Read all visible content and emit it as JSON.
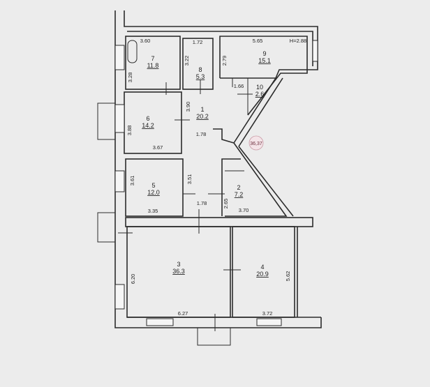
{
  "plan": {
    "height_label": "H=2.88",
    "stamp": "36,37",
    "rooms": [
      {
        "number": "1",
        "area": "20.2"
      },
      {
        "number": "2",
        "area": "7.2"
      },
      {
        "number": "3",
        "area": "36.3"
      },
      {
        "number": "4",
        "area": "20.9"
      },
      {
        "number": "5",
        "area": "12.0"
      },
      {
        "number": "6",
        "area": "14.2"
      },
      {
        "number": "7",
        "area": "11.8"
      },
      {
        "number": "8",
        "area": "5.3"
      },
      {
        "number": "9",
        "area": "15.1"
      },
      {
        "number": "10",
        "area": "2.6"
      }
    ],
    "dimensions": {
      "r7_w": "3.60",
      "r7_h": "3.28",
      "r8_w": "1.72",
      "r8_h": "3.22",
      "r9_w": "5.65",
      "r9_h": "2.79",
      "r10_w": "1.66",
      "r1_h": "3.90",
      "r1_w": "1.78",
      "r6_h": "3.88",
      "r6_w": "3.67",
      "r5_h": "3.61",
      "r5_w": "3.35",
      "corr_h": "3.51",
      "corr_w": "1.78",
      "r2_h": "2.65",
      "r2_w": "3.70",
      "r3_h": "6.20",
      "r3_w": "6.27",
      "r4_w": "3.72",
      "r4_h": "5.62"
    }
  }
}
